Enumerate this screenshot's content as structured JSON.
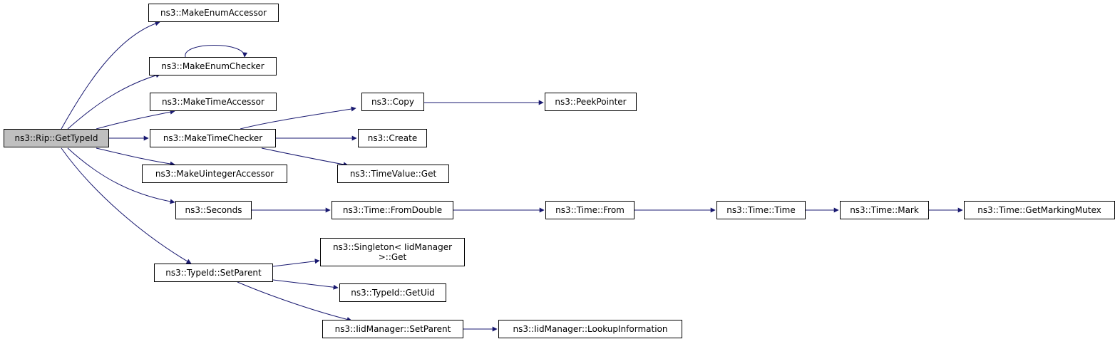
{
  "colors": {
    "edge": "#191970",
    "root_fill": "#bfbfbf",
    "node_fill": "#ffffff",
    "node_border": "#000000"
  },
  "nodes": {
    "root": "ns3::Rip::GetTypeId",
    "make_enum_accessor": "ns3::MakeEnumAccessor",
    "make_enum_checker": "ns3::MakeEnumChecker",
    "make_time_accessor": "ns3::MakeTimeAccessor",
    "make_time_checker": "ns3::MakeTimeChecker",
    "make_uinteger_accessor": "ns3::MakeUintegerAccessor",
    "seconds": "ns3::Seconds",
    "typeid_set_parent": "ns3::TypeId::SetParent",
    "copy": "ns3::Copy",
    "peek_pointer": "ns3::PeekPointer",
    "create": "ns3::Create",
    "timevalue_get": "ns3::TimeValue::Get",
    "time_from_double": "ns3::Time::FromDouble",
    "time_from": "ns3::Time::From",
    "time_time": "ns3::Time::Time",
    "time_mark": "ns3::Time::Mark",
    "time_get_marking_mutex": "ns3::Time::GetMarkingMutex",
    "singleton_get": "ns3::Singleton< IidManager\n>::Get",
    "typeid_get_uid": "ns3::TypeId::GetUid",
    "iidmanager_set_parent": "ns3::IidManager::SetParent",
    "iidmanager_lookup_information": "ns3::IidManager::LookupInformation"
  }
}
